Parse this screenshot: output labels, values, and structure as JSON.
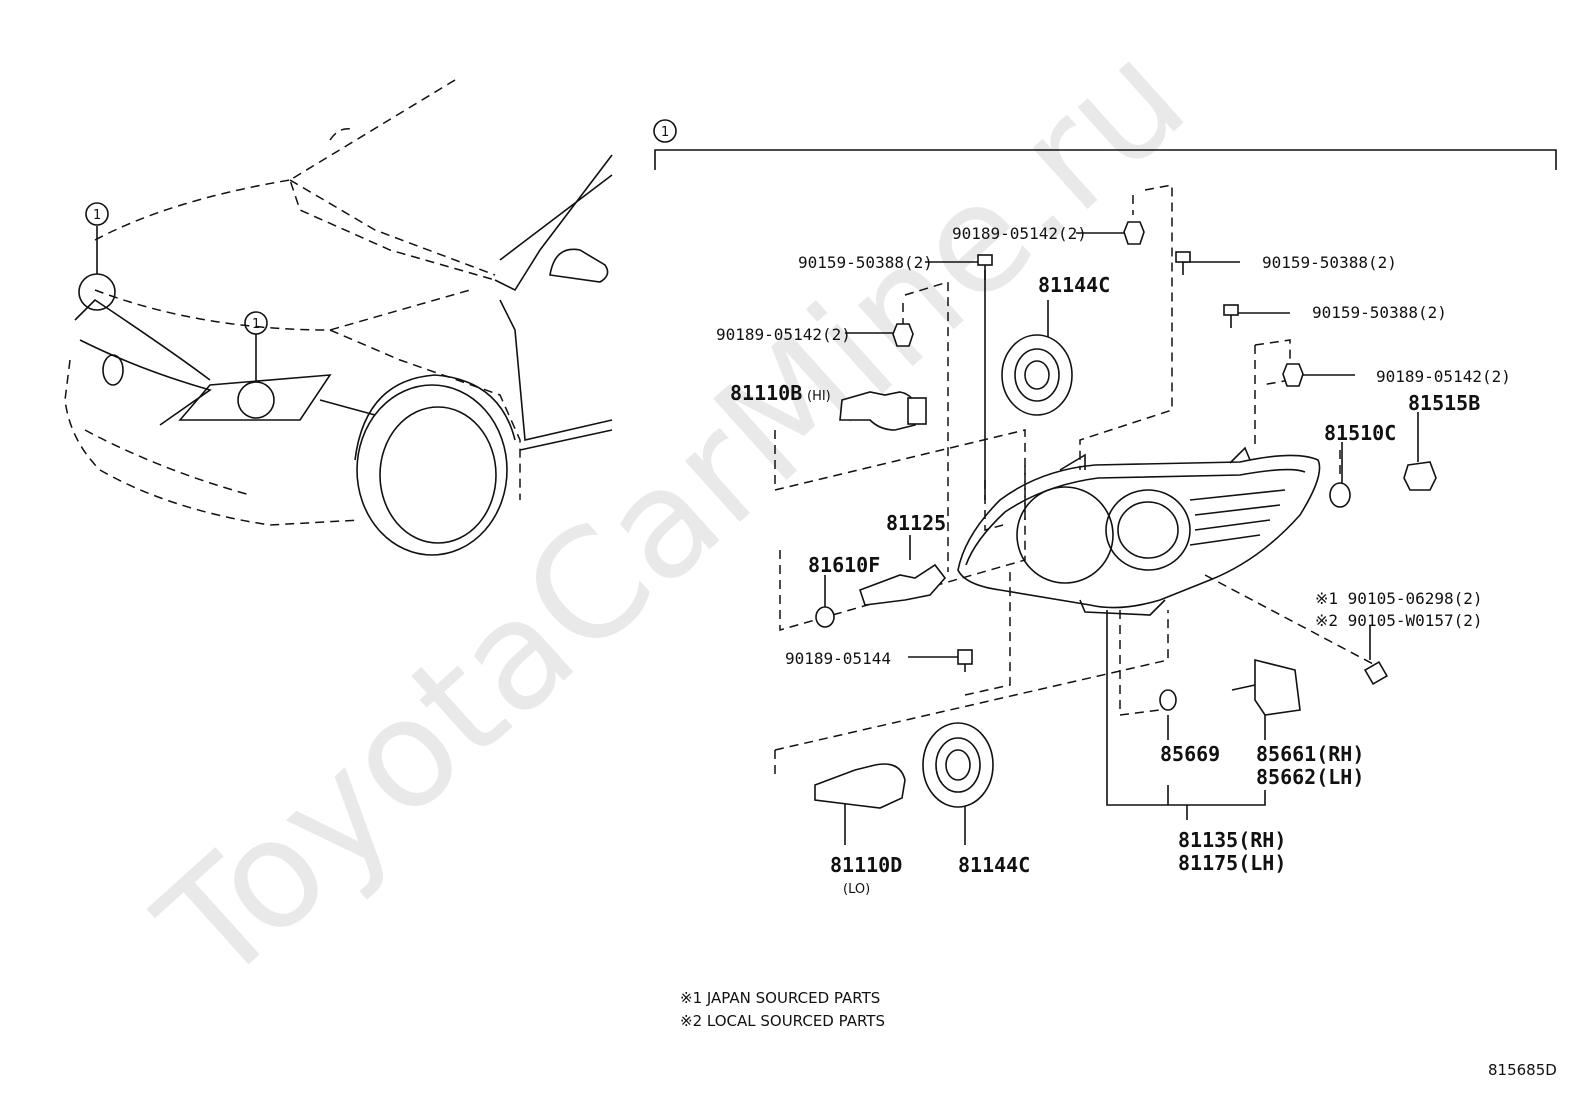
{
  "watermark": "ToyotaCarMine.ru",
  "callout_symbol": "1",
  "diagram_id": "815685D",
  "notes": [
    "※1 JAPAN SOURCED PARTS",
    "※2 LOCAL SOURCED PARTS"
  ],
  "parts": {
    "p_90189_05142_top": "90189-05142(2)",
    "p_90159_50388_a": "90159-50388(2)",
    "p_90159_50388_b": "90159-50388(2)",
    "p_90159_50388_c": "90159-50388(2)",
    "p_90189_05142_left": "90189-05142(2)",
    "p_90189_05142_right": "90189-05142(2)",
    "p_81144C_top": "81144C",
    "p_81110B": "81110B",
    "p_81110B_note": "(HI)",
    "p_81515B": "81515B",
    "p_81510C": "81510C",
    "p_81125": "81125",
    "p_81610F": "81610F",
    "p_90105_06298": "※1 90105-06298(2)",
    "p_90105_W0157": "※2 90105-W0157(2)",
    "p_90189_05144": "90189-05144",
    "p_85669": "85669",
    "p_85661": "85661(RH)",
    "p_85662": "85662(LH)",
    "p_81135": "81135(RH)",
    "p_81175": "81175(LH)",
    "p_81110D": "81110D",
    "p_81110D_note": "(LO)",
    "p_81144C_bottom": "81144C"
  }
}
